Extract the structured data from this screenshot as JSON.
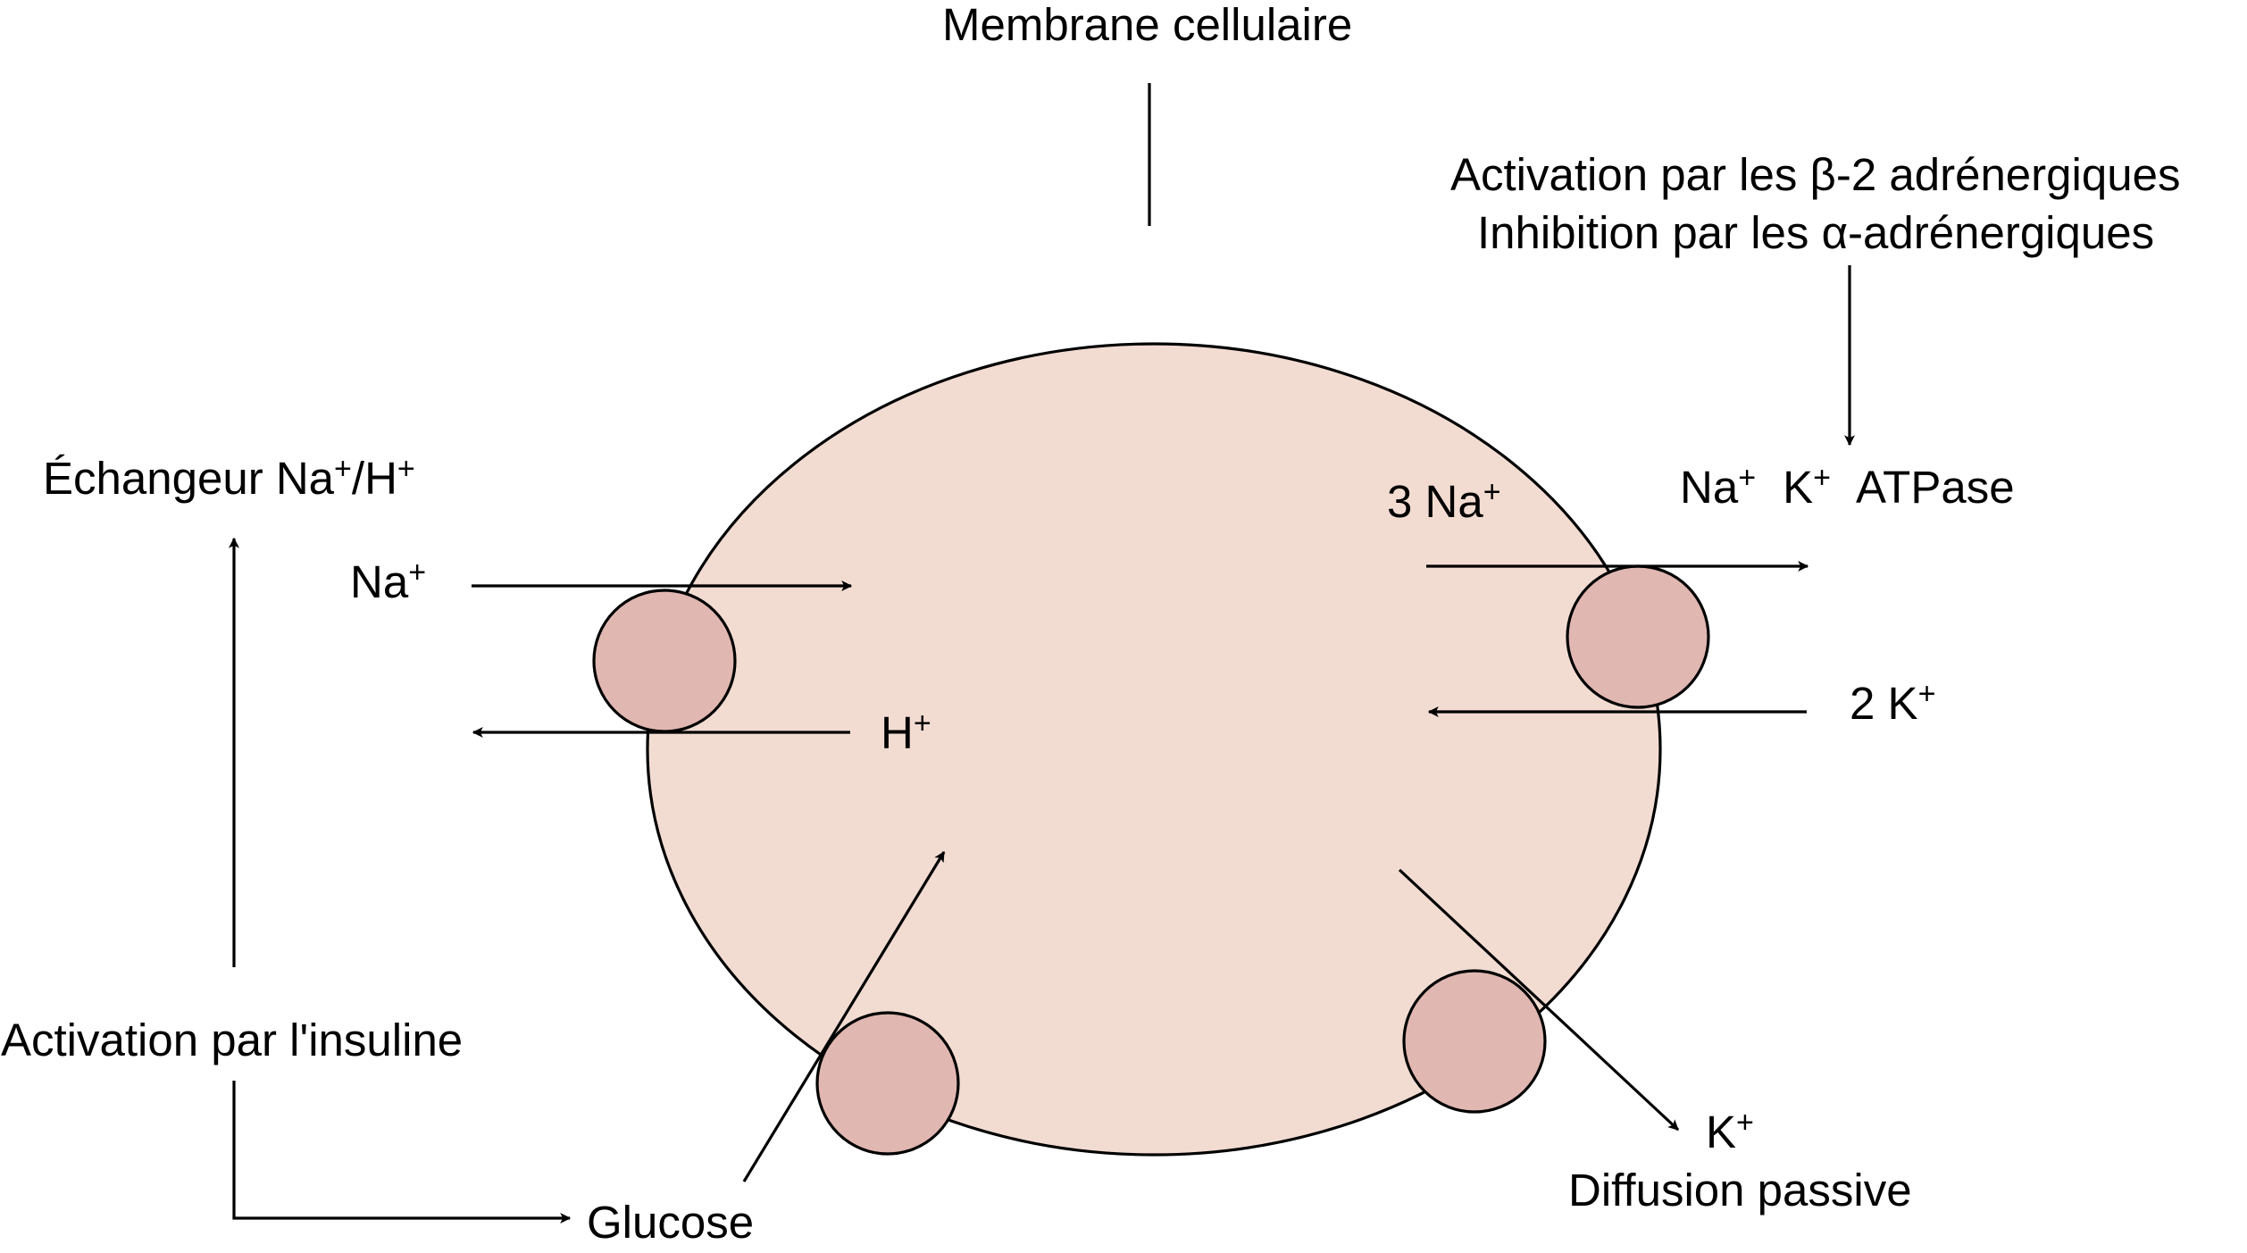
{
  "colors": {
    "cell_fill": "#f2dcd2",
    "transporter_fill": "#e0b7b1",
    "stroke": "#000000"
  },
  "labels": {
    "membrane": "Membrane cellulaire",
    "beta_activation": "Activation par les β-2 adrénergiques",
    "alpha_inhibition": "Inhibition par les α-adrénergiques",
    "exchanger_prefix": "Échangeur Na",
    "exchanger_mid": "/H",
    "na_left": "Na",
    "h_inside": "H",
    "three_na": "3 Na",
    "pump_na": "Na",
    "pump_k": "K",
    "pump_atpase": "ATPase",
    "two_k": "2 K",
    "insulin": "Activation par l'insuline",
    "glucose": "Glucose",
    "k_out": "K",
    "diffusion": "Diffusion passive",
    "plus": "+"
  }
}
